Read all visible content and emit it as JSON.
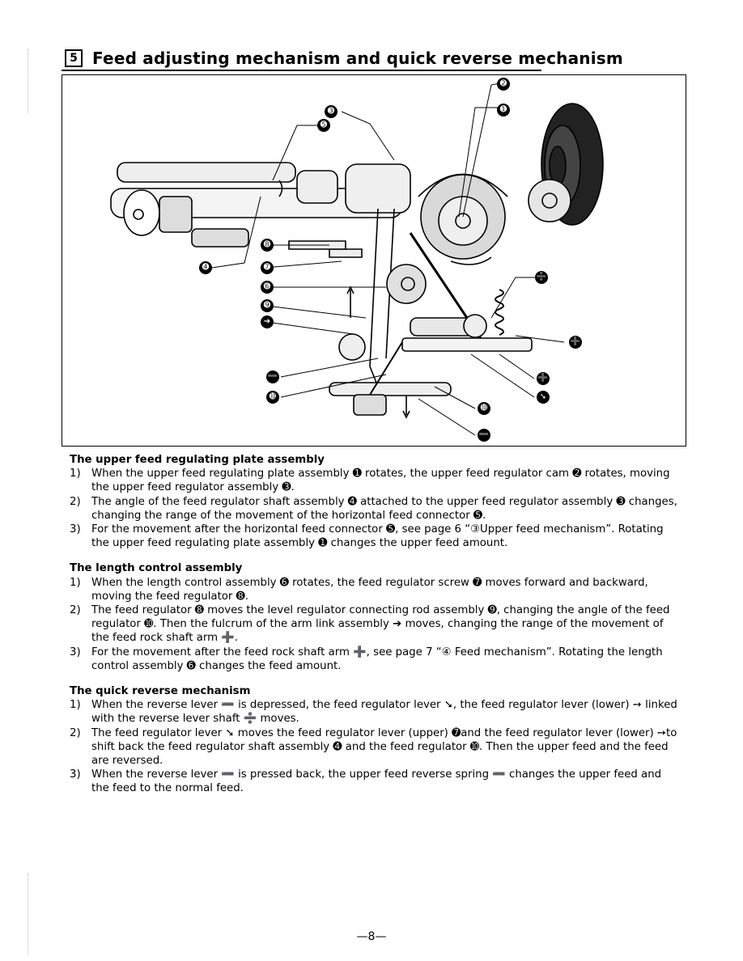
{
  "header": {
    "section_number": "5",
    "title": "Feed adjusting mechanism and quick reverse mechanism"
  },
  "figure": {
    "callouts": [
      "➋",
      "➊",
      "➌",
      "➎",
      "➍",
      "➑",
      "➐",
      "➏",
      "➒",
      "➔",
      "➕",
      "➓",
      "➕",
      "➖",
      "➗",
      "➘"
    ]
  },
  "sections": [
    {
      "title": "The upper feed regulating plate assembly",
      "items": [
        {
          "num": "1)",
          "text": "When the upper feed regulating plate assembly ➊ rotates, the upper feed regulator cam ➋ rotates, moving the upper feed regulator assembly ➌."
        },
        {
          "num": "2)",
          "text": "The angle of the feed regulator shaft assembly ➍ attached to the upper feed regulator assembly ➌ changes, changing the range of the movement of the horizontal feed connector ➎."
        },
        {
          "num": "3)",
          "text": "For the movement after the horizontal feed connector ➎, see page 6 “③Upper feed mechanism”. Rotating the upper feed regulating plate assembly ➊ changes the upper feed amount."
        }
      ]
    },
    {
      "title": "The length control assembly",
      "items": [
        {
          "num": "1)",
          "text": "When the length control assembly ➏ rotates, the feed regulator screw ➐ moves forward and backward, moving the feed regulator ➑."
        },
        {
          "num": "2)",
          "text": "The feed regulator ➑ moves the level regulator connecting rod assembly ➒, changing the angle of the feed regulator ➓. Then the fulcrum of the arm link assembly ➔ moves, changing the range of the movement of the feed rock shaft arm ➕."
        },
        {
          "num": "3)",
          "text": "For the movement after the feed rock shaft arm ➕, see page 7 “④ Feed mechanism”. Rotating the length control assembly ➏ changes the feed amount."
        }
      ]
    },
    {
      "title": "The quick reverse mechanism",
      "items": [
        {
          "num": "1)",
          "text": "When the reverse lever ➖ is depressed, the feed regulator lever ➘, the feed regulator lever (lower) ➙ linked with the reverse lever shaft ➗ moves."
        },
        {
          "num": "2)",
          "text": "The feed regulator lever ➘ moves the feed regulator lever (upper) ➐and the feed regulator lever (lower) ➙to shift back the feed regulator shaft assembly ➍ and the feed regulator ➓. Then the upper feed and the feed are reversed."
        },
        {
          "num": "3)",
          "text": "When the reverse lever ➖ is pressed back, the upper feed reverse spring ➖ changes the upper feed and the feed to the normal feed."
        }
      ]
    }
  ],
  "footer": {
    "page": "—8—"
  }
}
